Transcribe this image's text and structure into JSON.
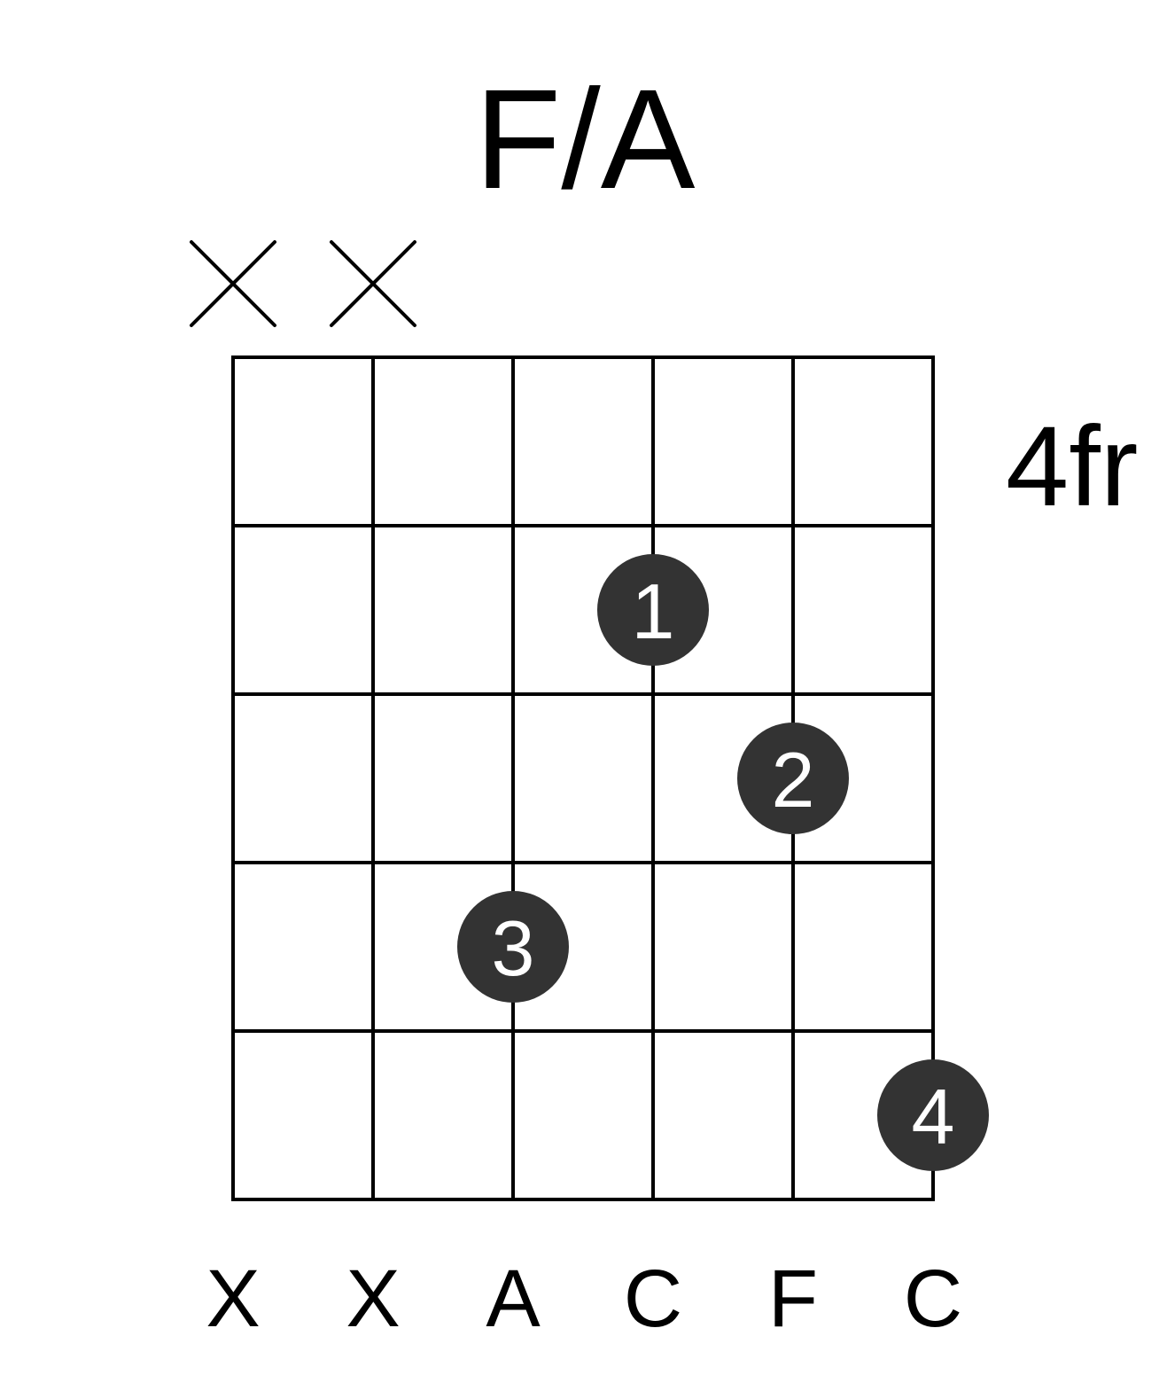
{
  "chord": {
    "name": "F/A",
    "start_fret_label": "4fr",
    "num_strings": 6,
    "num_frets": 5,
    "strings": [
      {
        "index": 1,
        "muted": true,
        "note": "X"
      },
      {
        "index": 2,
        "muted": true,
        "note": "X"
      },
      {
        "index": 3,
        "muted": false,
        "note": "A"
      },
      {
        "index": 4,
        "muted": false,
        "note": "C"
      },
      {
        "index": 5,
        "muted": false,
        "note": "F"
      },
      {
        "index": 6,
        "muted": false,
        "note": "C"
      }
    ],
    "fingers": [
      {
        "string": 4,
        "fret": 2,
        "label": "1"
      },
      {
        "string": 5,
        "fret": 3,
        "label": "2"
      },
      {
        "string": 3,
        "fret": 4,
        "label": "3"
      },
      {
        "string": 6,
        "fret": 5,
        "label": "4"
      }
    ]
  },
  "colors": {
    "grid": "#000000",
    "dot": "#333333",
    "dot_text": "#ffffff",
    "text": "#000000",
    "background": "#ffffff"
  }
}
